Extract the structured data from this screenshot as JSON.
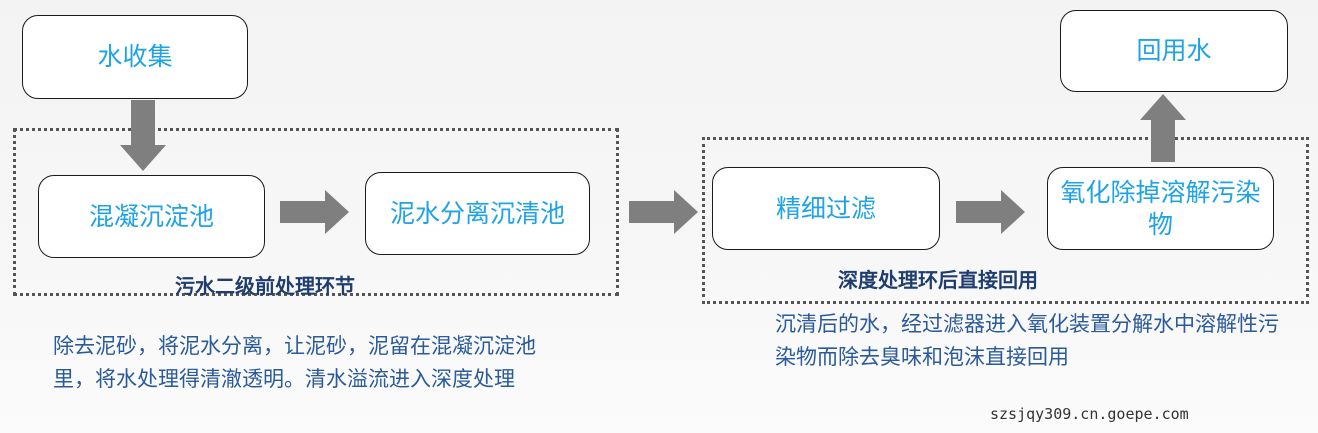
{
  "colors": {
    "box_text": "#1fa3e6",
    "arrow": "#7f7f7f",
    "label": "#1f3d6e",
    "desc": "#2a5a9a"
  },
  "boxes": {
    "collect": "水收集",
    "coagulation": "混凝沉淀池",
    "separation": "泥水分离沉清池",
    "filtration": "精细过滤",
    "oxidation": "氧化除掉溶解污染物",
    "reuse": "回用水"
  },
  "groups": {
    "pre": "污水二级前处理环节",
    "deep": "深度处理环后直接回用"
  },
  "descriptions": {
    "pre": "除去泥砂，将泥水分离，让泥砂，泥留在混凝沉淀池里，将水处理得清澈透明。清水溢流进入深度处理",
    "deep": "沉清后的水，经过滤器进入氧化装置分解水中溶解性污染物而除去臭味和泡沫直接回用"
  },
  "watermark": "szsjqy309.cn.goepe.com"
}
